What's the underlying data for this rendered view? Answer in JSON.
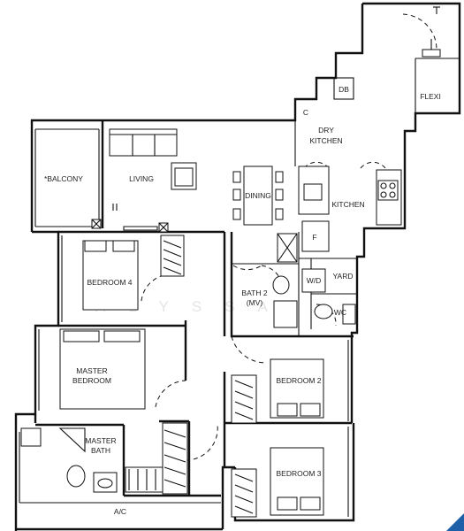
{
  "watermark": "ALYSSA",
  "rooms": {
    "flexi": "FLEXI",
    "db": "DB",
    "c": "C",
    "dry_kitchen_1": "DRY",
    "dry_kitchen_2": "KITCHEN",
    "balcony": "*BALCONY",
    "living": "LIVING",
    "dining": "DINING",
    "kitchen": "KITCHEN",
    "fridge": "F",
    "yard": "YARD",
    "wd": "W/D",
    "wc": "WC",
    "bath2_1": "BATH 2",
    "bath2_2": "(MV)",
    "bedroom4": "BEDROOM 4",
    "master_1": "MASTER",
    "master_2": "BEDROOM",
    "master_bath_1": "MASTER",
    "master_bath_2": "BATH",
    "bedroom2": "BEDROOM 2",
    "bedroom3": "BEDROOM 3",
    "ac": "A/C"
  },
  "colors": {
    "wall": "#111111",
    "corner_badge": "#1d5fa8"
  }
}
